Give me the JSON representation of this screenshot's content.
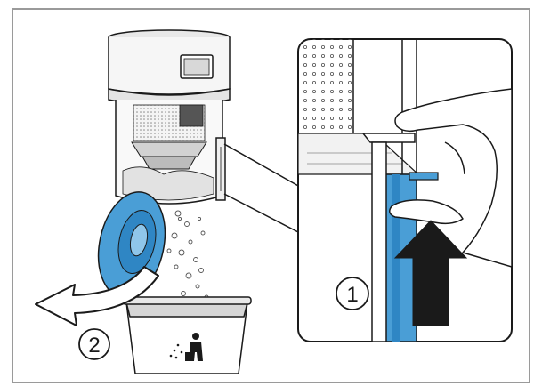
{
  "steps": [
    {
      "number": "1",
      "action": "push-up"
    },
    {
      "number": "2",
      "action": "flap-open"
    }
  ],
  "colors": {
    "accent_blue": "#4a9ed6",
    "accent_blue_dark": "#1f6fa8",
    "outline": "#1a1a1a",
    "frame_gray": "#9a9a9a",
    "light_gray": "#dcdcdc"
  },
  "icons": [
    "trash-bin-icon",
    "arrow-up-icon",
    "curved-arrow-left-icon"
  ]
}
